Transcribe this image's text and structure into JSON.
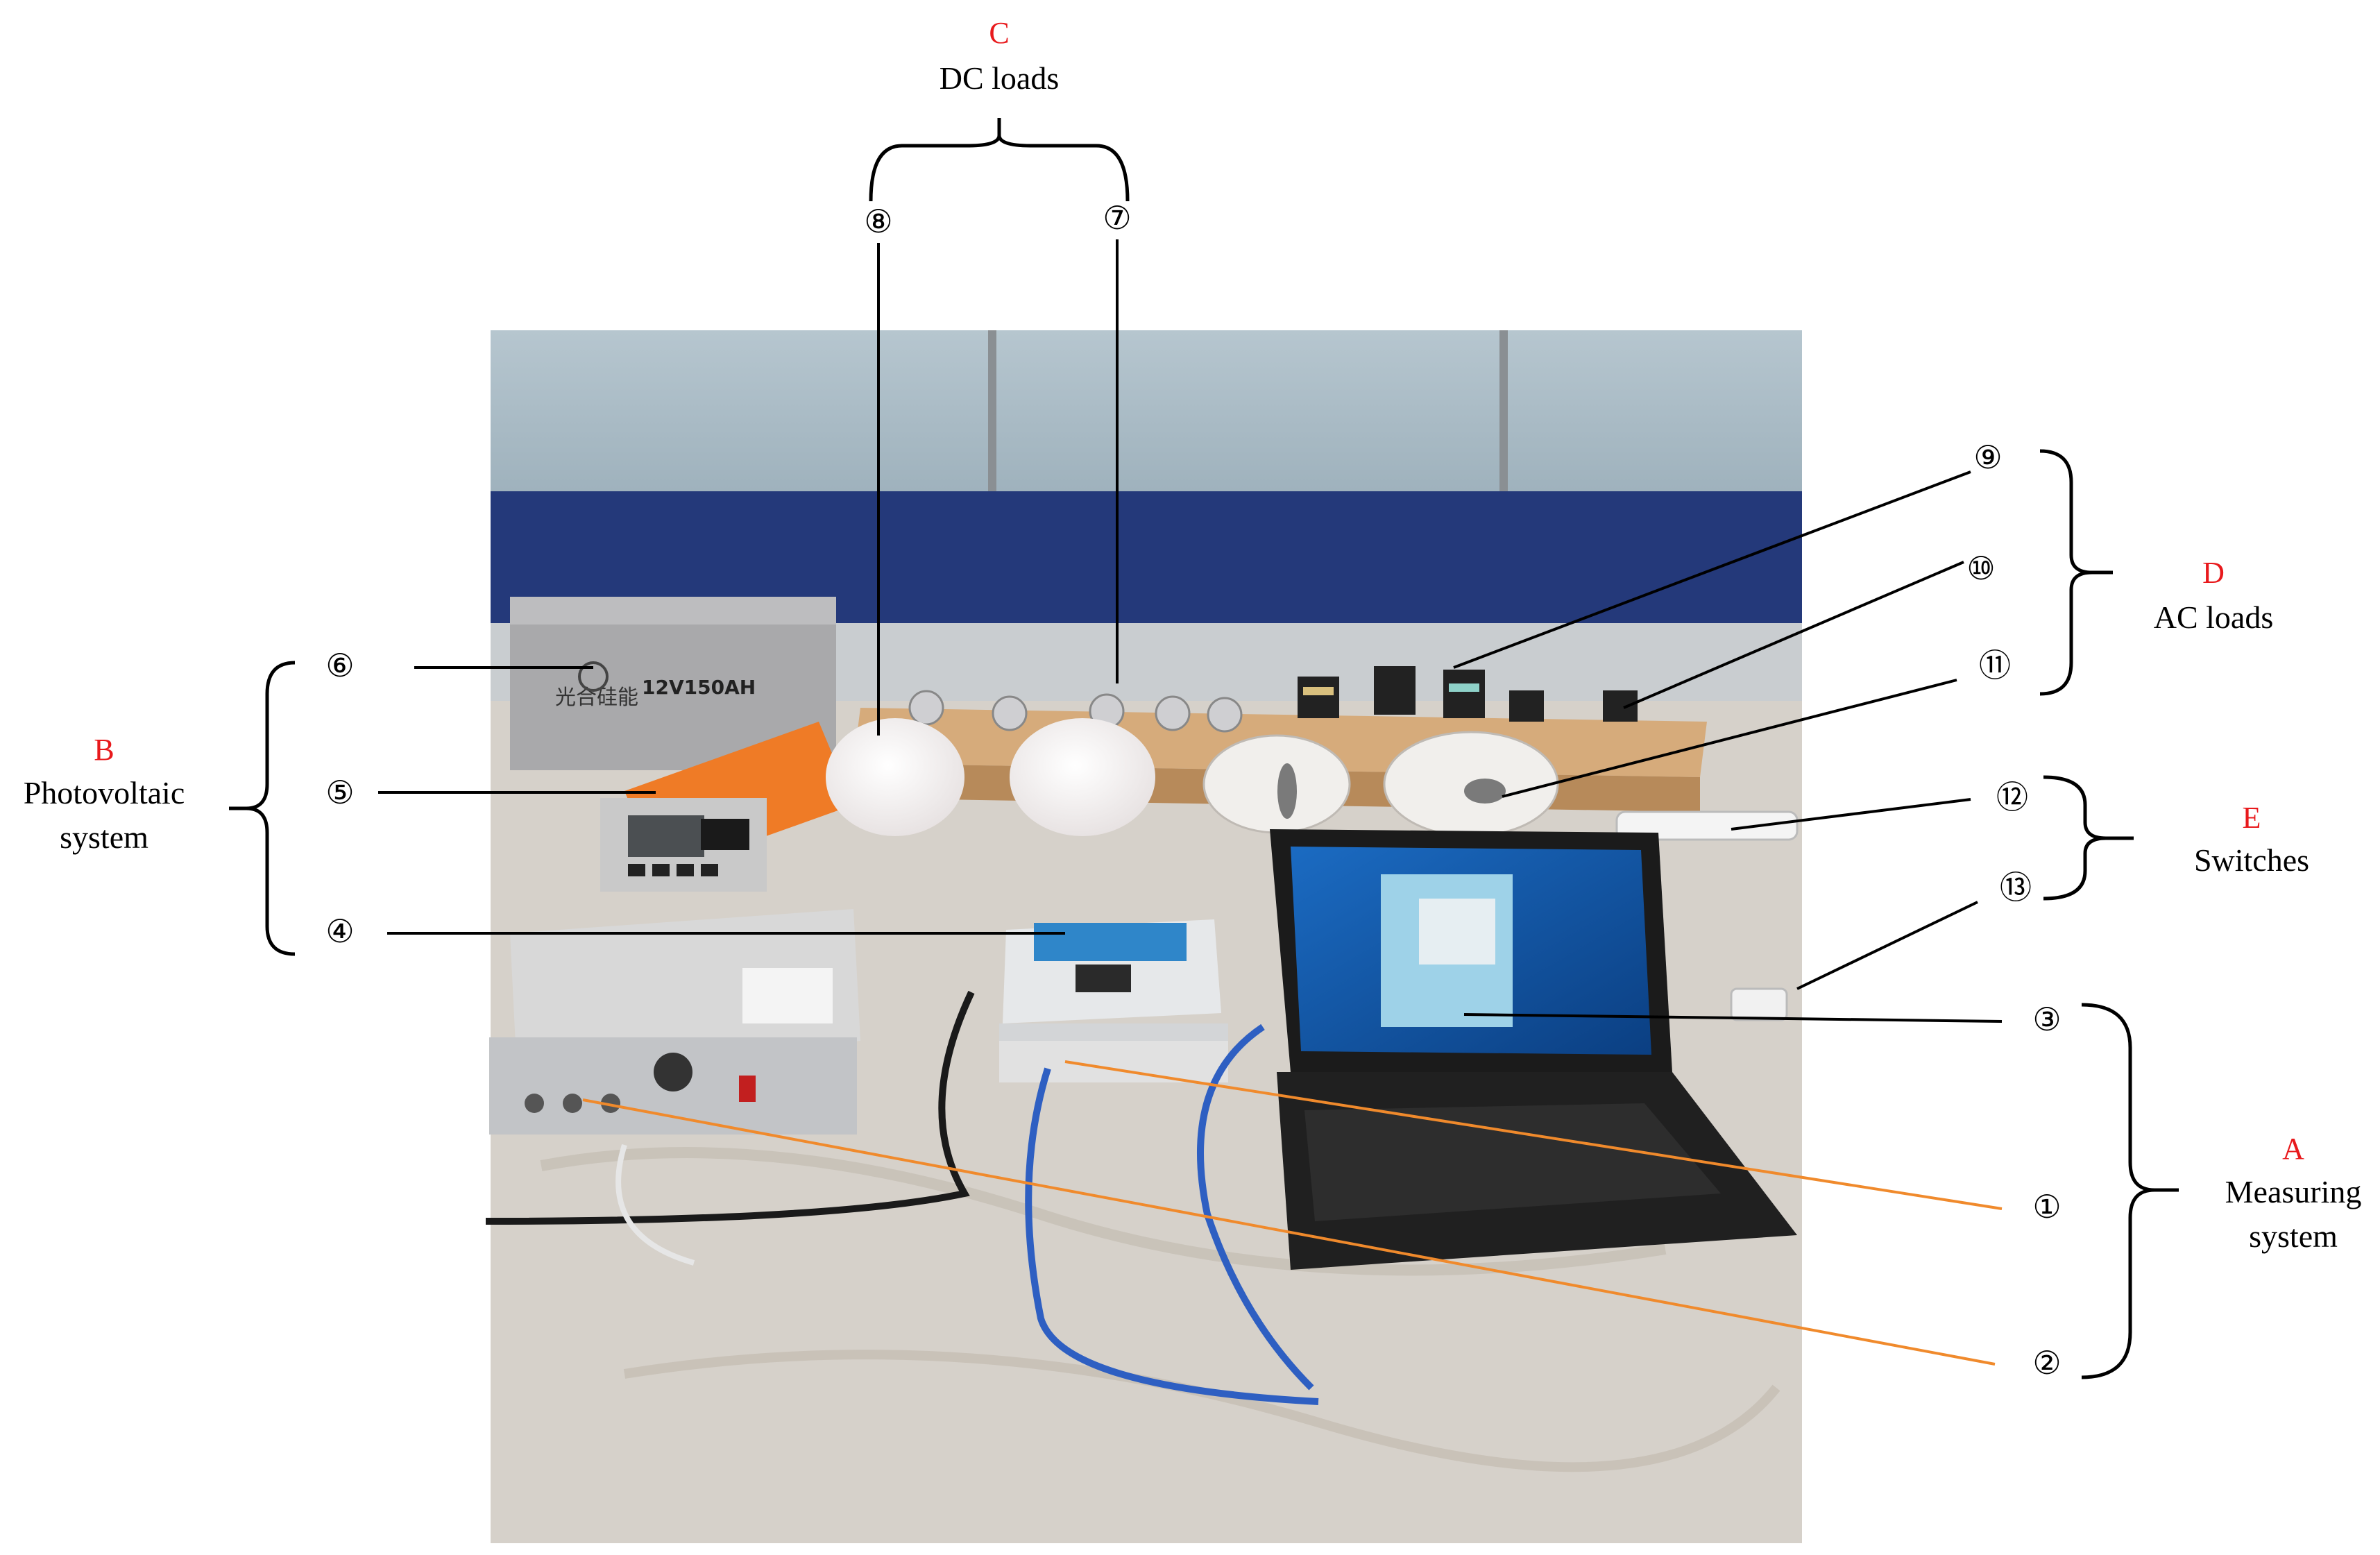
{
  "groups": {
    "A": {
      "letter": "A",
      "name_lines": [
        "Measuring",
        "system"
      ]
    },
    "B": {
      "letter": "B",
      "name_lines": [
        "Photovoltaic",
        "system"
      ]
    },
    "C": {
      "letter": "C",
      "name_lines": [
        "DC loads"
      ]
    },
    "D": {
      "letter": "D",
      "name_lines": [
        "AC loads"
      ]
    },
    "E": {
      "letter": "E",
      "name_lines": [
        "Switches"
      ]
    }
  },
  "markers": [
    "①",
    "②",
    "③",
    "④",
    "⑤",
    "⑥",
    "⑦",
    "⑧",
    "⑨",
    "⑩",
    "⑪",
    "⑫",
    "⑬"
  ],
  "photo_text": {
    "battery_brand": "光合硅能",
    "battery_model": "12V150AH"
  },
  "colors": {
    "group_letter": "#e8191c",
    "leader_orange": "#f08a2c",
    "leader_black": "#000000"
  }
}
